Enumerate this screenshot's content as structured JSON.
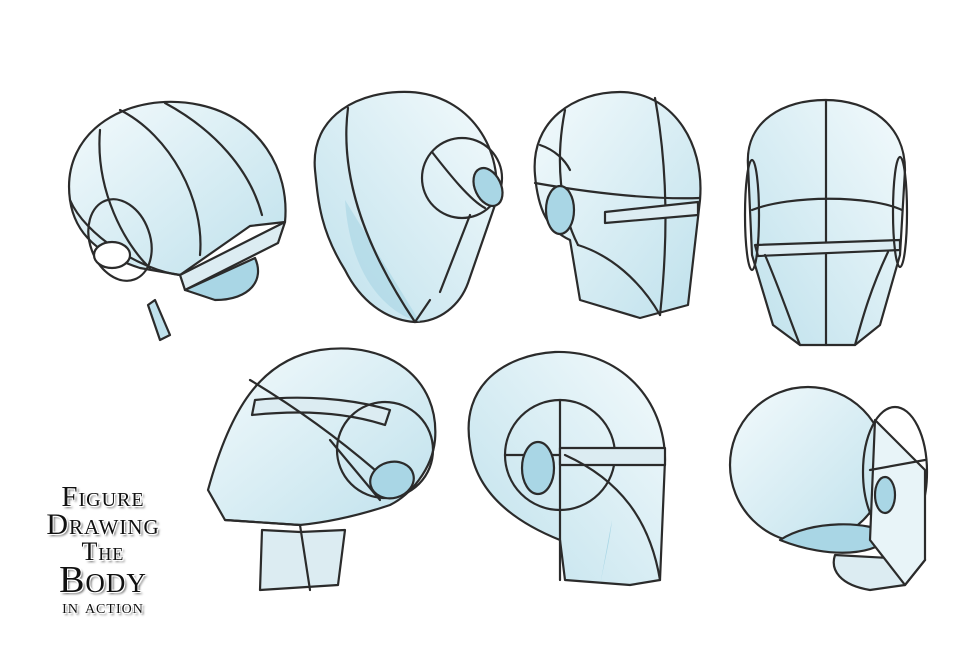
{
  "logo": {
    "line1": "Figure",
    "line2": "Drawing",
    "line3": "The",
    "line4": "Body",
    "line5": "in action"
  },
  "colors": {
    "fill_light": "#e8f4f8",
    "fill_mid": "#cfe7f0",
    "fill_shadow": "#a9d6e5",
    "stroke": "#2b2b2b",
    "background": "#ffffff"
  },
  "figures": [
    {
      "name": "head-three-quarter-top-left"
    },
    {
      "name": "head-back-three-quarter"
    },
    {
      "name": "head-side-profile-right"
    },
    {
      "name": "head-front-view"
    },
    {
      "name": "head-upturned-left"
    },
    {
      "name": "head-side-profile-left"
    },
    {
      "name": "head-down-view"
    }
  ]
}
